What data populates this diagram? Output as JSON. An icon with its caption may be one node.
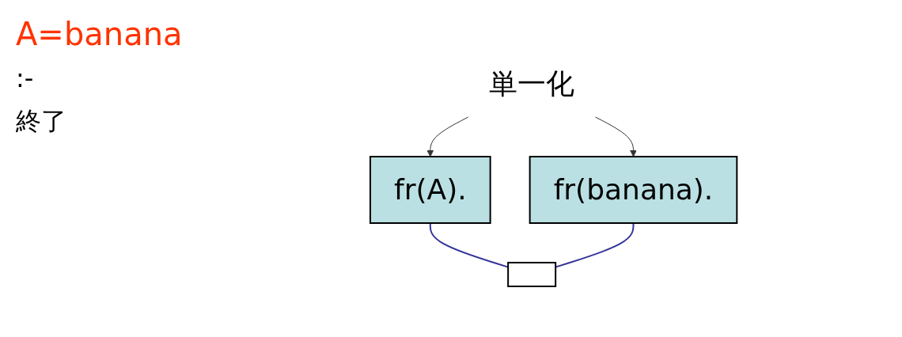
{
  "diagram": {
    "nodes": [
      {
        "text": [
          "fr(A)."
        ]
      },
      {
        "text": [
          "fr(banana)."
        ]
      },
      {
        "text": [
          "単一化"
        ]
      },
      {
        "text": [],
        "shape": "box"
      }
    ],
    "edges": [
      {
        "from": 2,
        "to": 0,
        "arrow": "to"
      },
      {
        "from": 2,
        "to": 1,
        "arrow": "to"
      },
      {
        "from": 0,
        "to": 3,
        "arrow": "none",
        "color": "#333399"
      },
      {
        "from": 1,
        "to": 3,
        "arrow": "none",
        "color": "#333399"
      }
    ],
    "labels": [
      "A=banana",
      ":-",
      "終了"
    ]
  }
}
